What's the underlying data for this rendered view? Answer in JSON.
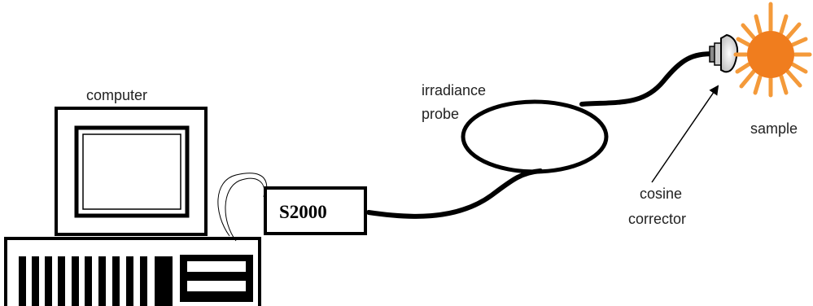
{
  "labels": {
    "computer": "computer",
    "irradiance": "irradiance",
    "probe": "probe",
    "spectrometer": "S2000",
    "sample": "sample",
    "cosine": "cosine",
    "corrector": "corrector"
  },
  "colors": {
    "stroke": "#000000",
    "sun_core": "#f07d1e",
    "sun_rays": "#f49a3a",
    "connector_gray": "#8a8a8a"
  }
}
